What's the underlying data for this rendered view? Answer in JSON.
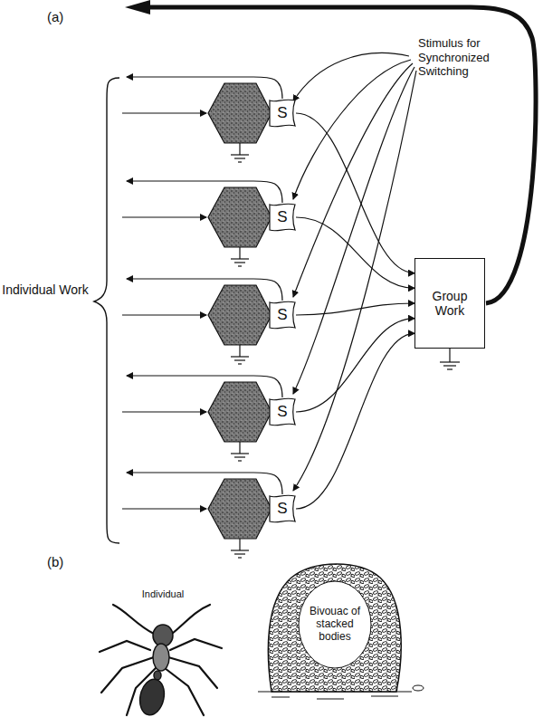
{
  "diagram": {
    "nodes": [
      {
        "text": [
          "S"
        ]
      },
      {
        "text": [
          "S"
        ]
      },
      {
        "text": [
          "S"
        ]
      },
      {
        "text": [
          "S"
        ]
      },
      {
        "text": [
          "S"
        ]
      },
      {
        "text": [
          "Group Work"
        ]
      },
      {
        "text": [
          "Bivouac of stacked bodies"
        ]
      }
    ],
    "edges": [
      {
        "from": 0,
        "to": 5,
        "arrow": "to"
      },
      {
        "from": 1,
        "to": 5,
        "arrow": "to"
      },
      {
        "from": 2,
        "to": 5,
        "arrow": "to"
      },
      {
        "from": 3,
        "to": 5,
        "arrow": "to"
      },
      {
        "from": 4,
        "to": 5,
        "arrow": "to"
      }
    ],
    "labels": [
      "(a)",
      "Stimulus for Synchronized Switching",
      "Individual Work",
      "(b)",
      "Individual"
    ]
  }
}
